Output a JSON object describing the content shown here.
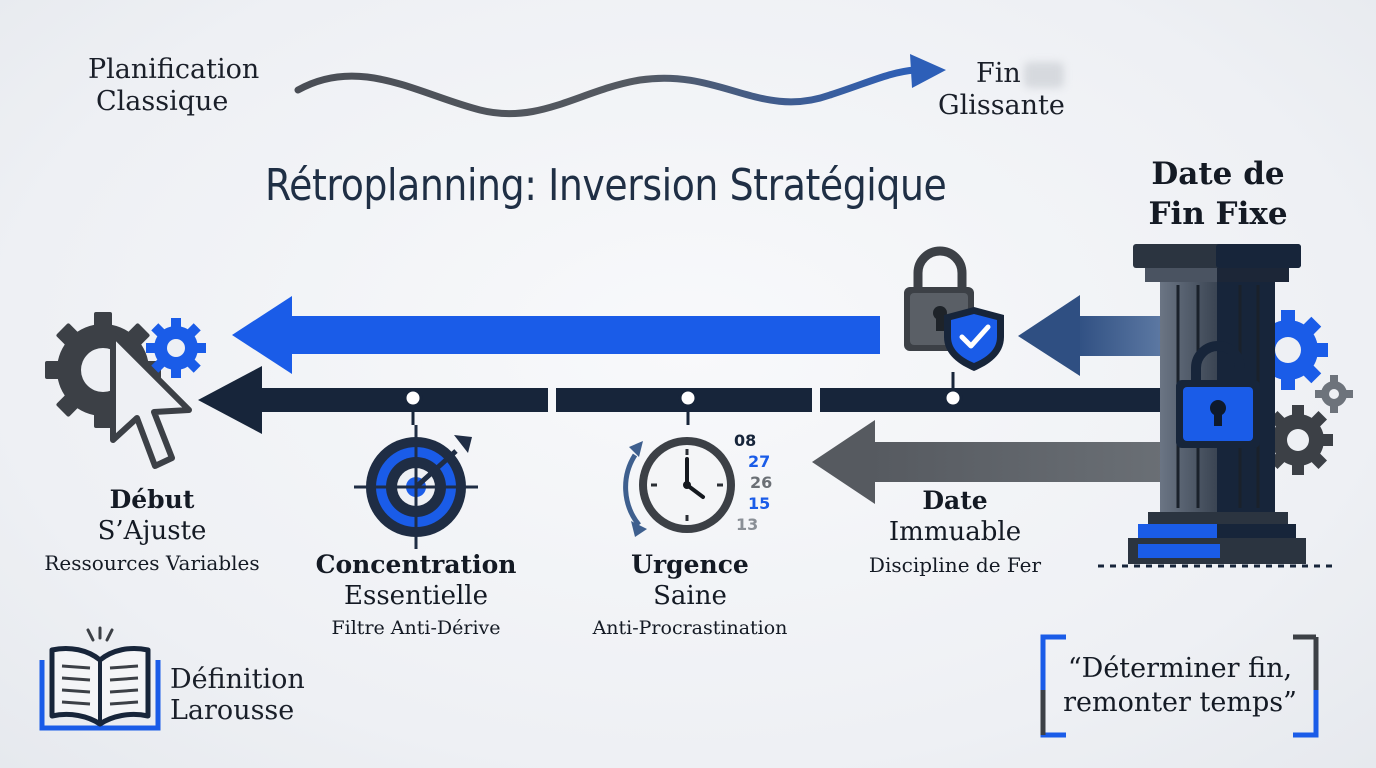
{
  "title": "Rétroplanning: Inversion Stratégique",
  "classic": {
    "start_line1": "Planification",
    "start_line2": "Classique",
    "end_line1": "Fin",
    "end_line2": "Glissante"
  },
  "fixed_end": {
    "line1": "Date de",
    "line2": "Fin Fixe"
  },
  "start_node": {
    "title": "Début",
    "subtitle": "S’Ajuste",
    "caption": "Ressources Variables"
  },
  "focus_node": {
    "title": "Concentration",
    "subtitle": "Essentielle",
    "caption": "Filtre Anti-Dérive"
  },
  "urgency_node": {
    "title": "Urgence",
    "subtitle": "Saine",
    "caption": "Anti-Procrastination",
    "calendar_numbers": [
      "08",
      "27",
      "26",
      "15",
      "13"
    ]
  },
  "date_node": {
    "title": "Date",
    "subtitle": "Immuable",
    "caption": "Discipline de Fer"
  },
  "definition": {
    "line1": "Définition",
    "line2": "Larousse"
  },
  "quote": {
    "line1": "“Déterminer fin,",
    "line2": "remonter temps”"
  },
  "colors": {
    "accent_blue": "#1a5ce8",
    "navy": "#17253a",
    "dark_gray": "#3c4046",
    "slate_blue": "#3e5f8e",
    "gray_arrow": "#555a61"
  },
  "icons": [
    "gears-cursor-icon",
    "target-icon",
    "clock-icon",
    "padlock-shield-icon",
    "pillar-lock-icon",
    "book-icon",
    "quote-bracket-icon"
  ]
}
